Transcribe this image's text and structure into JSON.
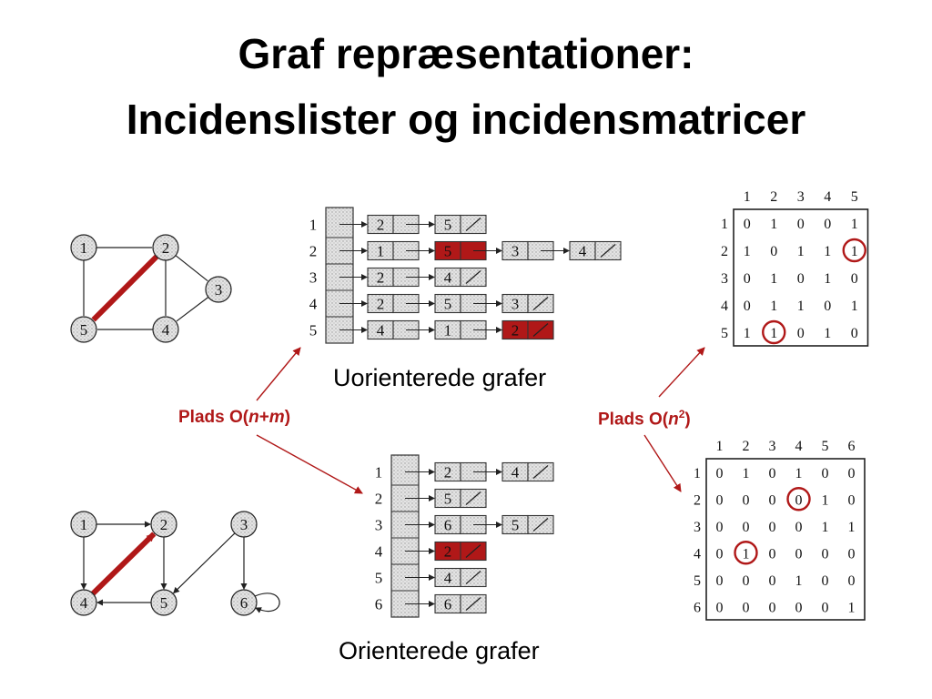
{
  "title": {
    "line1": "Graf repræsentationer:",
    "line2": "Incidenslister og incidensmatricer"
  },
  "captions": {
    "undirected": "Uorienterede grafer",
    "directed": "Orienterede grafer"
  },
  "space": {
    "list": {
      "prefix": "Plads O(",
      "var1": "n",
      "plus": "+",
      "var2": "m",
      "suffix": ")"
    },
    "matrix": {
      "prefix": "Plads O(",
      "var": "n",
      "exp": "2",
      "suffix": ")"
    }
  },
  "colors": {
    "highlight": "#b01818",
    "node_fill": "#dcdcdc",
    "text": "#000000"
  },
  "undirected_graph": {
    "nodes": [
      "1",
      "2",
      "3",
      "4",
      "5"
    ],
    "edges": [
      [
        "1",
        "2"
      ],
      [
        "1",
        "5"
      ],
      [
        "2",
        "5"
      ],
      [
        "2",
        "4"
      ],
      [
        "2",
        "3"
      ],
      [
        "3",
        "4"
      ],
      [
        "4",
        "5"
      ]
    ],
    "highlighted_edge": [
      "2",
      "5"
    ]
  },
  "directed_graph": {
    "nodes": [
      "1",
      "2",
      "3",
      "4",
      "5",
      "6"
    ],
    "edges": [
      [
        "1",
        "2"
      ],
      [
        "1",
        "4"
      ],
      [
        "4",
        "2"
      ],
      [
        "2",
        "5"
      ],
      [
        "5",
        "4"
      ],
      [
        "3",
        "5"
      ],
      [
        "3",
        "6"
      ],
      [
        "6",
        "6"
      ]
    ],
    "highlighted_edge": [
      "4",
      "2"
    ]
  },
  "undirected_list": {
    "rows": [
      {
        "vertex": "1",
        "entries": [
          "2",
          "5"
        ],
        "highlighted": []
      },
      {
        "vertex": "2",
        "entries": [
          "1",
          "5",
          "3",
          "4"
        ],
        "highlighted": [
          1
        ]
      },
      {
        "vertex": "3",
        "entries": [
          "2",
          "4"
        ],
        "highlighted": []
      },
      {
        "vertex": "4",
        "entries": [
          "2",
          "5",
          "3"
        ],
        "highlighted": []
      },
      {
        "vertex": "5",
        "entries": [
          "4",
          "1",
          "2"
        ],
        "highlighted": [
          2
        ]
      }
    ]
  },
  "directed_list": {
    "rows": [
      {
        "vertex": "1",
        "entries": [
          "2",
          "4"
        ],
        "highlighted": []
      },
      {
        "vertex": "2",
        "entries": [
          "5"
        ],
        "highlighted": []
      },
      {
        "vertex": "3",
        "entries": [
          "6",
          "5"
        ],
        "highlighted": []
      },
      {
        "vertex": "4",
        "entries": [
          "2"
        ],
        "highlighted": [
          0
        ]
      },
      {
        "vertex": "5",
        "entries": [
          "4"
        ],
        "highlighted": []
      },
      {
        "vertex": "6",
        "entries": [
          "6"
        ],
        "highlighted": []
      }
    ]
  },
  "undirected_matrix": {
    "col_headers": [
      "1",
      "2",
      "3",
      "4",
      "5"
    ],
    "row_headers": [
      "1",
      "2",
      "3",
      "4",
      "5"
    ],
    "values": [
      [
        "0",
        "1",
        "0",
        "0",
        "1"
      ],
      [
        "1",
        "0",
        "1",
        "1",
        "1"
      ],
      [
        "0",
        "1",
        "0",
        "1",
        "0"
      ],
      [
        "0",
        "1",
        "1",
        "0",
        "1"
      ],
      [
        "1",
        "1",
        "0",
        "1",
        "0"
      ]
    ],
    "circled": [
      [
        1,
        4
      ],
      [
        4,
        1
      ]
    ]
  },
  "directed_matrix": {
    "col_headers": [
      "1",
      "2",
      "3",
      "4",
      "5",
      "6"
    ],
    "row_headers": [
      "1",
      "2",
      "3",
      "4",
      "5",
      "6"
    ],
    "values": [
      [
        "0",
        "1",
        "0",
        "1",
        "0",
        "0"
      ],
      [
        "0",
        "0",
        "0",
        "0",
        "1",
        "0"
      ],
      [
        "0",
        "0",
        "0",
        "0",
        "1",
        "1"
      ],
      [
        "0",
        "1",
        "0",
        "0",
        "0",
        "0"
      ],
      [
        "0",
        "0",
        "0",
        "1",
        "0",
        "0"
      ],
      [
        "0",
        "0",
        "0",
        "0",
        "0",
        "1"
      ]
    ],
    "circled": [
      [
        1,
        3
      ],
      [
        3,
        1
      ]
    ]
  }
}
